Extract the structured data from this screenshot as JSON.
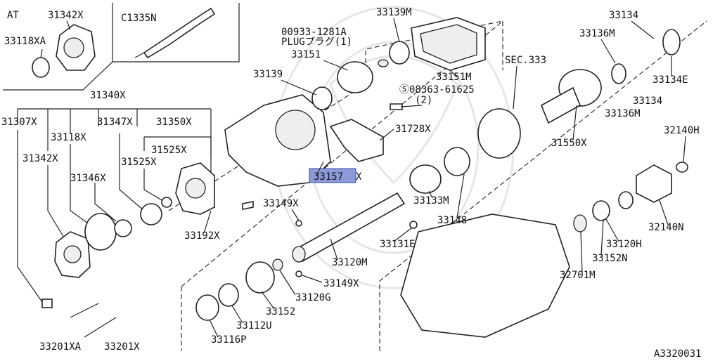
{
  "labels": {
    "at": "AT",
    "p31342x_inset": "31342X",
    "c1335n": "C1335N",
    "p33118xa": "33118XA",
    "p31340x": "31340X",
    "p31307x": "31307X",
    "p33118x": "33118X",
    "p31347x": "31347X",
    "p31350x": "31350X",
    "p31525x_a": "31525X",
    "p31525x_b": "31525X",
    "p31342x": "31342X",
    "p31346x": "31346X",
    "p33192x": "33192X",
    "p33149x_a": "33149X",
    "p00933": "00933-1281A",
    "plug": "PLUGプラグ(1)",
    "p33151": "33151",
    "p33139": "33139",
    "p33139m": "33139M",
    "p33151m": "33151M",
    "p08363": "Ⓢ08363-61625",
    "qty2": "(2)",
    "p31728x": "31728X",
    "p33157": "33157",
    "p33157_suffix": "X",
    "sec333": "SEC.333",
    "p33134_a": "33134",
    "p33136m_a": "33136M",
    "p33134e": "33134E",
    "p33134_b": "33134",
    "p33136m_b": "33136M",
    "p32140h": "32140H",
    "p31550x": "31550X",
    "p33133m": "33133M",
    "p33148": "33148",
    "p33131e": "33131E",
    "p33120m": "33120M",
    "p33149x_b": "33149X",
    "p33120g": "33120G",
    "p33152": "33152",
    "p33112u": "33112U",
    "p33116p": "33116P",
    "p33201xa": "33201XA",
    "p33201x": "33201X",
    "p32140n": "32140N",
    "p33120h": "33120H",
    "p33152n": "33152N",
    "p32701m": "32701M",
    "figure_code": "A3320031"
  },
  "colors": {
    "highlight_fill": "#8c9ad8",
    "highlight_border": "#3a49a8",
    "line": "#222222",
    "background": "#ffffff"
  }
}
